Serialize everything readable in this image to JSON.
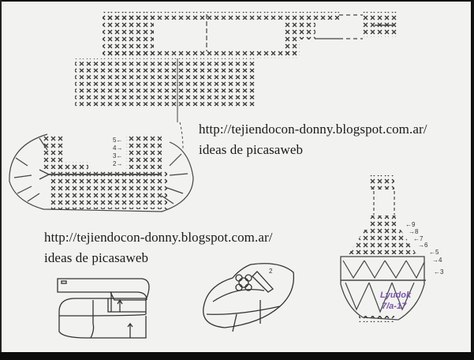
{
  "watermarks": [
    {
      "url": "http://tejiendocon-donny.blogspot.com.ar/",
      "caption": "ideas de picasaweb"
    },
    {
      "url": "http://tejiendocon-donny.blogspot.com.ar/",
      "caption": "ideas de picasaweb"
    }
  ],
  "diagrams": {
    "strap": {
      "label": "strap-chart"
    },
    "sole": {
      "label": "sole-chart",
      "row_markers": [
        "5←",
        "4→",
        "3←",
        "2→"
      ]
    },
    "toe": {
      "label": "toe-chart",
      "row_markers": [
        "←9",
        "→8",
        "←7",
        "→6",
        "←5",
        "→4",
        "←3"
      ]
    },
    "assembly": {
      "label": "assembly-sketch"
    },
    "bootie": {
      "label": "bootie-sketch",
      "marker": "2"
    }
  },
  "signature": {
    "line1": "Lyudok",
    "line2": "7/a-17",
    "color": "#7a55a8"
  }
}
